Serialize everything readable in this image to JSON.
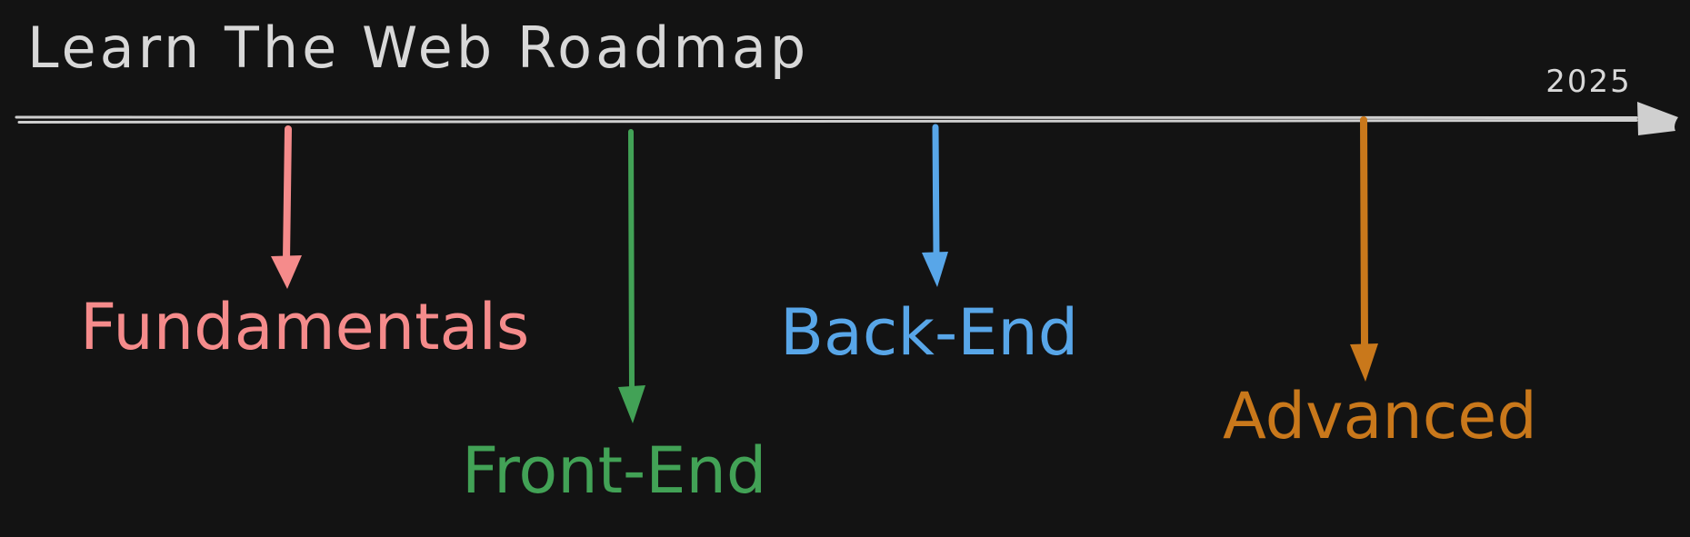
{
  "title": "Learn The Web Roadmap",
  "year_label": "2025",
  "colors": {
    "background": "#131313",
    "timeline": "#cfcfcf",
    "heading_text": "#d8d8d8"
  },
  "timeline": {
    "direction": "left-to-right",
    "end_label": "2025"
  },
  "milestones": [
    {
      "label": "Fundamentals",
      "color": "#f58b8b"
    },
    {
      "label": "Front-End",
      "color": "#42a256"
    },
    {
      "label": "Back-End",
      "color": "#58a6e8"
    },
    {
      "label": "Advanced",
      "color": "#c9781b"
    }
  ]
}
